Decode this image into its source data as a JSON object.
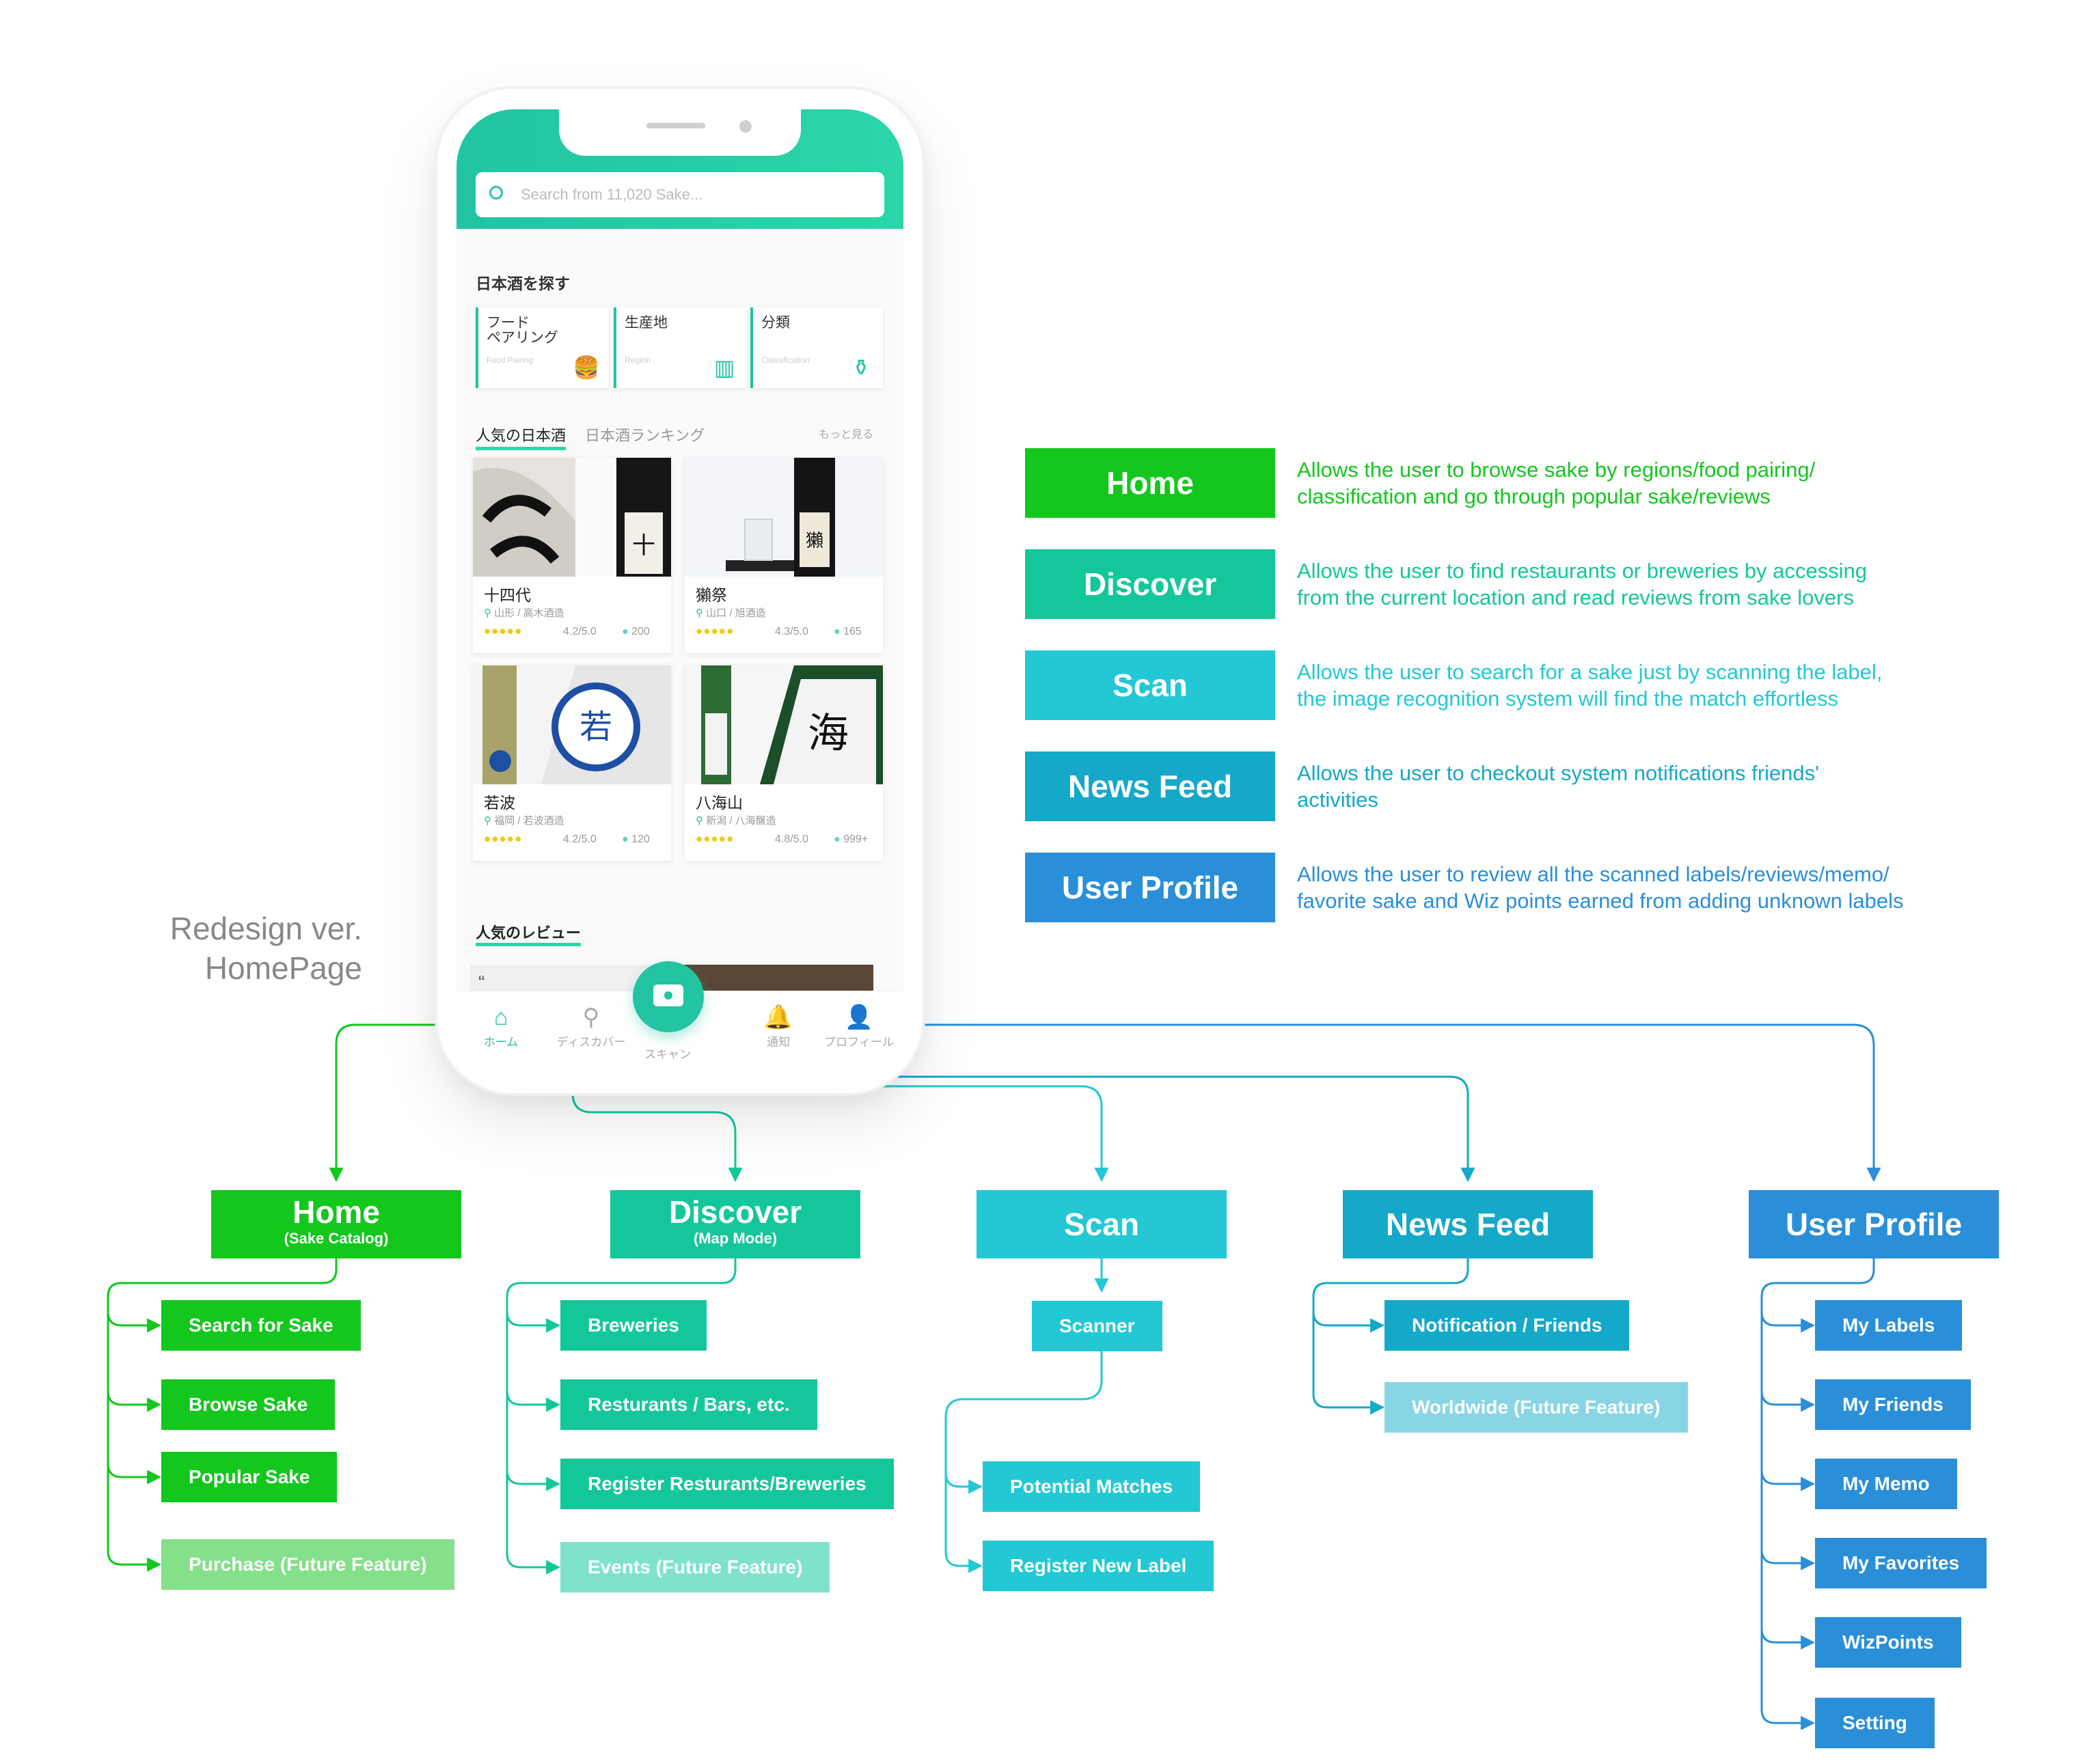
{
  "colors": {
    "home": "#13c71d",
    "discover": "#14c79a",
    "scan": "#23c8d4",
    "news": "#14a8c9",
    "profile": "#2a8fd8",
    "home_future": "#84e08a",
    "discover_future": "#7fe3cc",
    "news_future": "#88d5e6"
  },
  "phone": {
    "search_placeholder": "Search from 11,020 Sake...",
    "explore_title": "日本酒を探す",
    "categories": [
      {
        "jp": "フード\nペアリング",
        "en": "Food Pairing",
        "icon": "burger-icon"
      },
      {
        "jp": "生産地",
        "en": "Region",
        "icon": "map-icon"
      },
      {
        "jp": "分類",
        "en": "Classification",
        "icon": "bottle-icon"
      }
    ],
    "tab_popular": "人気の日本酒",
    "tab_ranking": "日本酒ランキング",
    "see_more": "もっと見る",
    "sake": [
      {
        "name": "十四代",
        "location": "山形 / 高木酒造",
        "stars": "●●●●●",
        "rating": "4.2/5.0",
        "comments": "200"
      },
      {
        "name": "獺祭",
        "location": "山口 / 旭酒造",
        "stars": "●●●●●",
        "rating": "4.3/5.0",
        "comments": "165"
      },
      {
        "name": "若波",
        "location": "福岡 / 若波酒造",
        "stars": "●●●●●",
        "rating": "4.2/5.0",
        "comments": "120"
      },
      {
        "name": "八海山",
        "location": "新潟 / 八海醸造",
        "stars": "●●●●●",
        "rating": "4.8/5.0",
        "comments": "999+"
      }
    ],
    "reviews_title": "人気のレビュー",
    "review_quote": "“",
    "nav": {
      "home": "ホーム",
      "discover": "ディスカバー",
      "scan": "スキャン",
      "notify": "通知",
      "profile": "プロフィール"
    }
  },
  "redesign_label": {
    "line1": "Redesign ver.",
    "line2": "HomePage"
  },
  "legend": [
    {
      "title": "Home",
      "desc1": "Allows the user to browse sake by regions/food pairing/",
      "desc2": "classification and go through popular sake/reviews"
    },
    {
      "title": "Discover",
      "desc1": "Allows the user to find restaurants or breweries by accessing",
      "desc2": "from the current location and read reviews from sake lovers"
    },
    {
      "title": "Scan",
      "desc1": "Allows the user to search for a sake just by scanning the label,",
      "desc2": "the image recognition system will find the match effortless"
    },
    {
      "title": "News Feed",
      "desc1": "Allows the user to checkout system notifications friends'",
      "desc2": "activities"
    },
    {
      "title": "User Profile",
      "desc1": "Allows the user to review all the scanned labels/reviews/memo/",
      "desc2": "favorite sake and Wiz points earned from adding unknown labels"
    }
  ],
  "tree": {
    "home": {
      "title": "Home",
      "subtitle": "(Sake Catalog)",
      "items": [
        "Search for Sake",
        "Browse Sake",
        "Popular Sake",
        "Purchase (Future Feature)"
      ]
    },
    "discover": {
      "title": "Discover",
      "subtitle": "(Map Mode)",
      "items": [
        "Breweries",
        "Resturants / Bars, etc.",
        "Register Resturants/Breweries",
        "Events (Future Feature)"
      ]
    },
    "scan": {
      "title": "Scan",
      "scanner": "Scanner",
      "items": [
        "Potential Matches",
        "Register New Label"
      ]
    },
    "news": {
      "title": "News Feed",
      "items": [
        "Notification / Friends",
        "Worldwide (Future Feature)"
      ]
    },
    "profile": {
      "title": "User Profile",
      "items": [
        "My Labels",
        "My Friends",
        "My Memo",
        "My Favorites",
        "WizPoints",
        "Setting"
      ]
    }
  }
}
